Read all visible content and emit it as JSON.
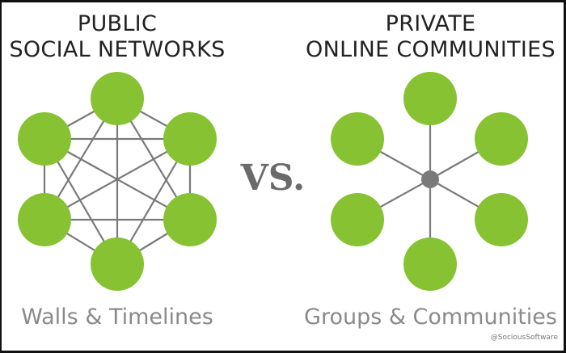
{
  "left": {
    "title_lines": [
      "PUBLIC",
      "SOCIAL NETWORKS"
    ],
    "caption": "Walls & Timelines"
  },
  "separator": "VS.",
  "right": {
    "title_lines": [
      "PRIVATE",
      "ONLINE COMMUNITIES"
    ],
    "caption": "Groups & Communities"
  },
  "credit": "@SociousSoftware",
  "colors": {
    "node": "#86c232",
    "edge": "#7a7a7a",
    "hub": "#7a7a7a",
    "title_text": "#222222",
    "caption_text": "#8a8a8a",
    "vs_text": "#6b6b6b"
  }
}
